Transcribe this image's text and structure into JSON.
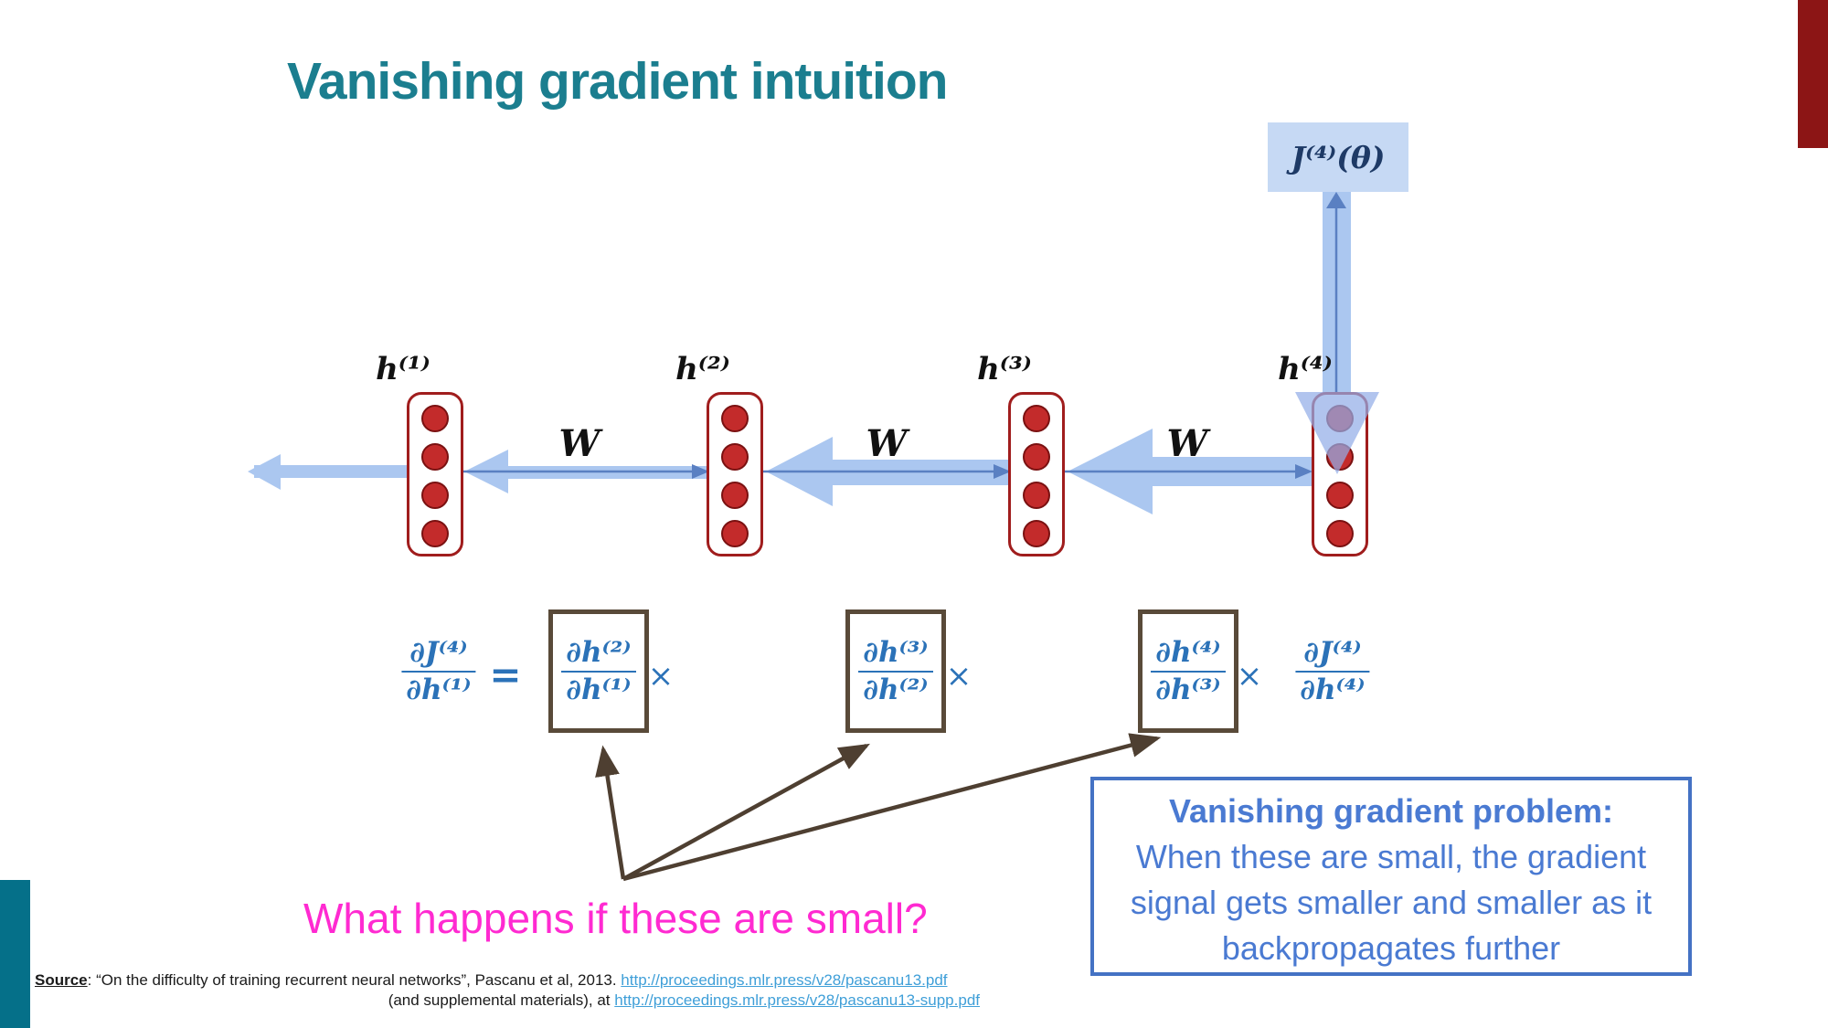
{
  "slide": {
    "title": "Vanishing gradient intuition",
    "colors": {
      "title_teal": "#1b7e8f",
      "stanford_red": "#8c1515",
      "sidebar_teal": "#057089",
      "formula_blue": "#2b72b8",
      "callout_blue": "#4472c4",
      "question_magenta": "#ff2ad1",
      "gradient_arrow_blue": "#abc7f0",
      "forward_arrow_blue": "#5a80c2",
      "node_red": "#c32b2b",
      "term_box_brown": "#594a39",
      "loss_box_fill": "#c6d9f4"
    }
  },
  "diagram": {
    "loss_label": "J⁽⁴⁾(θ)",
    "hidden_labels": [
      "h⁽¹⁾",
      "h⁽²⁾",
      "h⁽³⁾",
      "h⁽⁴⁾"
    ],
    "weight_labels": [
      "W",
      "W",
      "W"
    ]
  },
  "equation": {
    "lhs": {
      "num": "∂J⁽⁴⁾",
      "den": "∂h⁽¹⁾"
    },
    "equals": "=",
    "terms": [
      {
        "num": "∂h⁽²⁾",
        "den": "∂h⁽¹⁾"
      },
      {
        "num": "∂h⁽³⁾",
        "den": "∂h⁽²⁾"
      },
      {
        "num": "∂h⁽⁴⁾",
        "den": "∂h⁽³⁾"
      }
    ],
    "times": "×",
    "rhs": {
      "num": "∂J⁽⁴⁾",
      "den": "∂h⁽⁴⁾"
    }
  },
  "question": "What happens if these are small?",
  "callout": {
    "heading": "Vanishing gradient problem:",
    "line1": "When these are small, the gradient",
    "line2": "signal gets smaller and smaller as it",
    "line3": "backpropagates further"
  },
  "source": {
    "label": "Source",
    "line1_text": ": “On the difficulty of training recurrent neural networks”, Pascanu et al, 2013. ",
    "line1_link": "http://proceedings.mlr.press/v28/pascanu13.pdf",
    "line2_text": "(and supplemental materials), at ",
    "line2_link": "http://proceedings.mlr.press/v28/pascanu13-supp.pdf"
  }
}
